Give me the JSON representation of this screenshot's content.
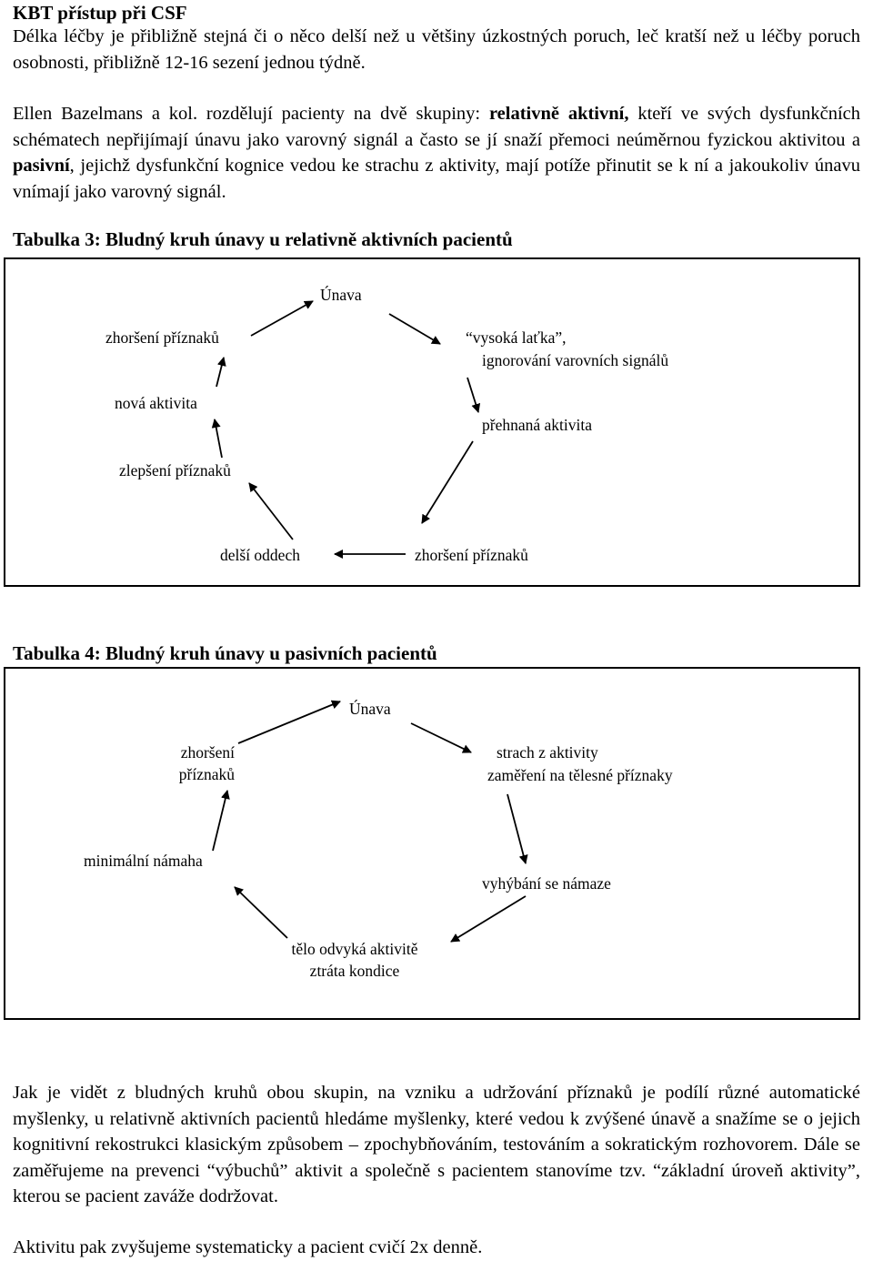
{
  "heading": "KBT přístup při CSF",
  "intro": {
    "p1": "Délka léčby je přibližně stejná či o něco delší než u většiny úzkostných poruch, leč kratší než u léčby poruch osobnosti, přibližně 12-16 sezení jednou týdně.",
    "p2_a": "Ellen Bazelmans a kol. rozdělují pacienty na dvě skupiny: ",
    "p2_b": "relativně aktivní,",
    "p2_c": " kteří ve svých dysfunkčních schématech nepřijímají únavu jako varovný signál a často se jí snaží přemoci neúměrnou fyzickou aktivitou a ",
    "p2_d": "pasivní",
    "p2_e": ", jejichž dysfunkční kognice vedou ke strachu z aktivity, mají potíže přinutit se k ní a jakoukoliv únavu vnímají jako varovný signál."
  },
  "table3": {
    "caption": "Tabulka 3: Bludný kruh únavy u relativně aktivních pacientů",
    "nodes": {
      "unava": "Únava",
      "vysoka_latka": "“vysoká laťka”,",
      "ignorovani": "ignorování varovních signálů",
      "prehnana": "přehnaná aktivita",
      "zhorseni_bottom": "zhoršení příznaků",
      "delsi_oddech": "delší oddech",
      "zlepseni": "zlepšení příznaků",
      "nova_aktivita": "nová aktivita",
      "zhorseni_top": "zhoršení příznaků"
    }
  },
  "table4": {
    "caption": "Tabulka 4: Bludný kruh únavy u pasivních pacientů",
    "nodes": {
      "unava": "Únava",
      "strach": "strach z aktivity",
      "zamereni": "zaměření na tělesné příznaky",
      "vyhybani": "vyhýbání se námaze",
      "telo": "tělo odvyká aktivitě",
      "ztrata": "ztráta kondice",
      "minimalni": "minimální námaha",
      "zhorseni_1": "zhoršení",
      "zhorseni_2": "příznaků"
    }
  },
  "closing": {
    "p1": "Jak je vidět z bludných kruhů obou skupin, na vzniku a udržování příznaků je podílí různé automatické myšlenky, u relativně aktivních pacientů hledáme myšlenky, které vedou k zvýšené únavě a snažíme se o jejich kognitivní rekostrukci klasickým způsobem – zpochybňováním, testováním a sokratickým rozhovorem. Dále se zaměřujeme na prevenci “výbuchů” aktivit a společně s pacientem stanovíme tzv. “základní úroveň aktivity”, kterou se pacient zaváže dodržovat.",
    "p2": "Aktivitu pak zvyšujeme systematicky a pacient cvičí 2x denně."
  }
}
